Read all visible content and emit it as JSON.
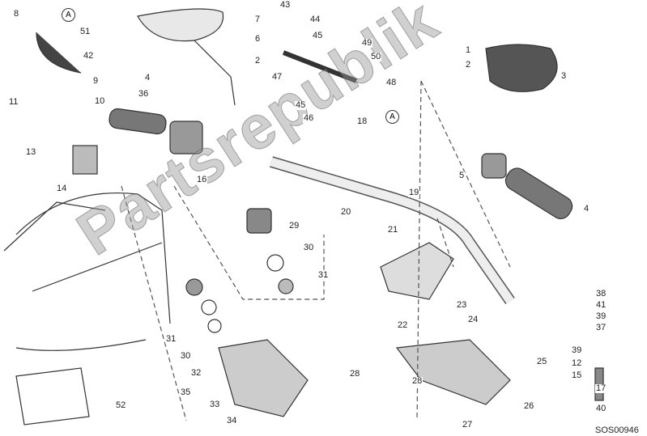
{
  "watermark": "Partsrepublik",
  "drawing_code": "SOS00946",
  "labels": [
    "8",
    "A",
    "51",
    "7",
    "6",
    "2",
    "43",
    "44",
    "45",
    "49",
    "50",
    "47",
    "48",
    "45",
    "46",
    "1",
    "2",
    "3",
    "42",
    "9",
    "4",
    "36",
    "11",
    "10",
    "13",
    "14",
    "16",
    "18",
    "A",
    "19",
    "5",
    "4",
    "20",
    "29",
    "30",
    "31",
    "21",
    "22",
    "23",
    "24",
    "38",
    "41",
    "39",
    "37",
    "39",
    "12",
    "15",
    "17",
    "40",
    "25",
    "26",
    "27",
    "28",
    "28",
    "32",
    "30",
    "31",
    "35",
    "33",
    "34",
    "52"
  ]
}
